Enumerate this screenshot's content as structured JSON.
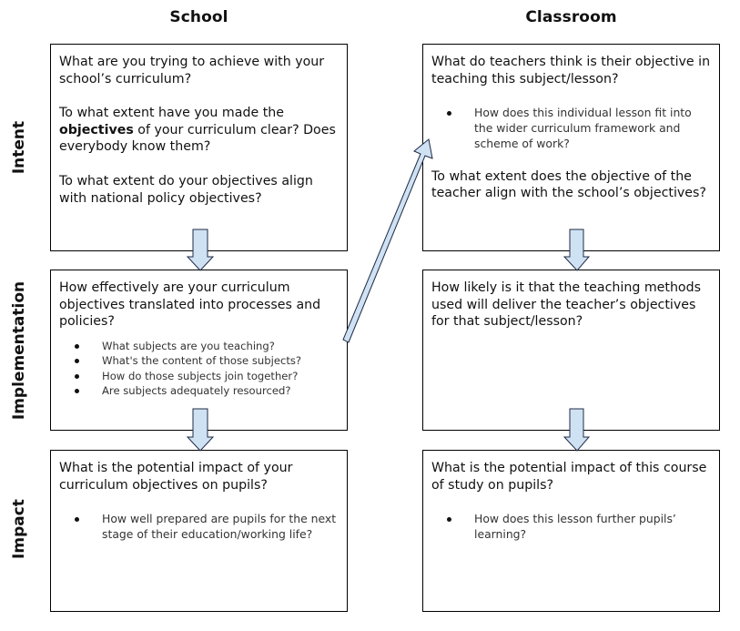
{
  "headers": {
    "school": "School",
    "classroom": "Classroom"
  },
  "rows": {
    "intent": "Intent",
    "implementation": "Implementation",
    "impact": "Impact"
  },
  "school_intent": {
    "p1": "What are you trying to achieve with your school’s curriculum?",
    "p2_pre": "To what extent have you made the ",
    "p2_bold": "objectives",
    "p2_post": " of your curriculum clear? Does everybody know them?",
    "p3": "To what extent do your objectives align with national policy objectives?"
  },
  "classroom_intent": {
    "p1": "What do teachers think is their objective in teaching this subject/lesson?",
    "bullets": [
      "How does this individual lesson fit into the wider curriculum framework and scheme of work?"
    ],
    "p2": "To what extent does the objective of the teacher align with the school’s objectives?"
  },
  "school_implementation": {
    "p1": "How effectively are your curriculum objectives translated into processes and policies?",
    "bullets": [
      "What subjects are you teaching?",
      "What's the content of those subjects?",
      "How do those subjects join together?",
      "Are subjects adequately resourced?"
    ]
  },
  "classroom_implementation": {
    "p1": "How likely is it that the teaching methods used will deliver the teacher’s objectives for that subject/lesson?"
  },
  "school_impact": {
    "p1": "What is the potential impact of your curriculum objectives on pupils?",
    "bullets": [
      "How well prepared are pupils for the next stage of their education/working life?"
    ]
  },
  "classroom_impact": {
    "p1": "What is the potential impact of this course of study on pupils?",
    "bullets": [
      "How does this lesson further pupils’ learning?"
    ]
  },
  "colors": {
    "arrow_fill": "#cfe2f3",
    "arrow_stroke": "#1f2a44",
    "box_border": "#000000"
  }
}
